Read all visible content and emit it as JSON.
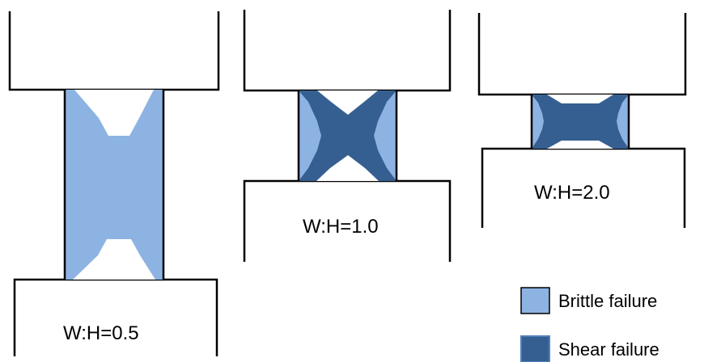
{
  "colors": {
    "brittle": "#8DB3E2",
    "shear": "#365F91",
    "shear_border": "#4F81BD",
    "line": "#000000"
  },
  "specimens": [
    {
      "label": "W:H=0.5"
    },
    {
      "label": "W:H=1.0"
    },
    {
      "label": "W:H=2.0"
    }
  ],
  "legend": {
    "items": [
      {
        "label": "Brittle failure"
      },
      {
        "label": "Shear failure"
      }
    ]
  }
}
